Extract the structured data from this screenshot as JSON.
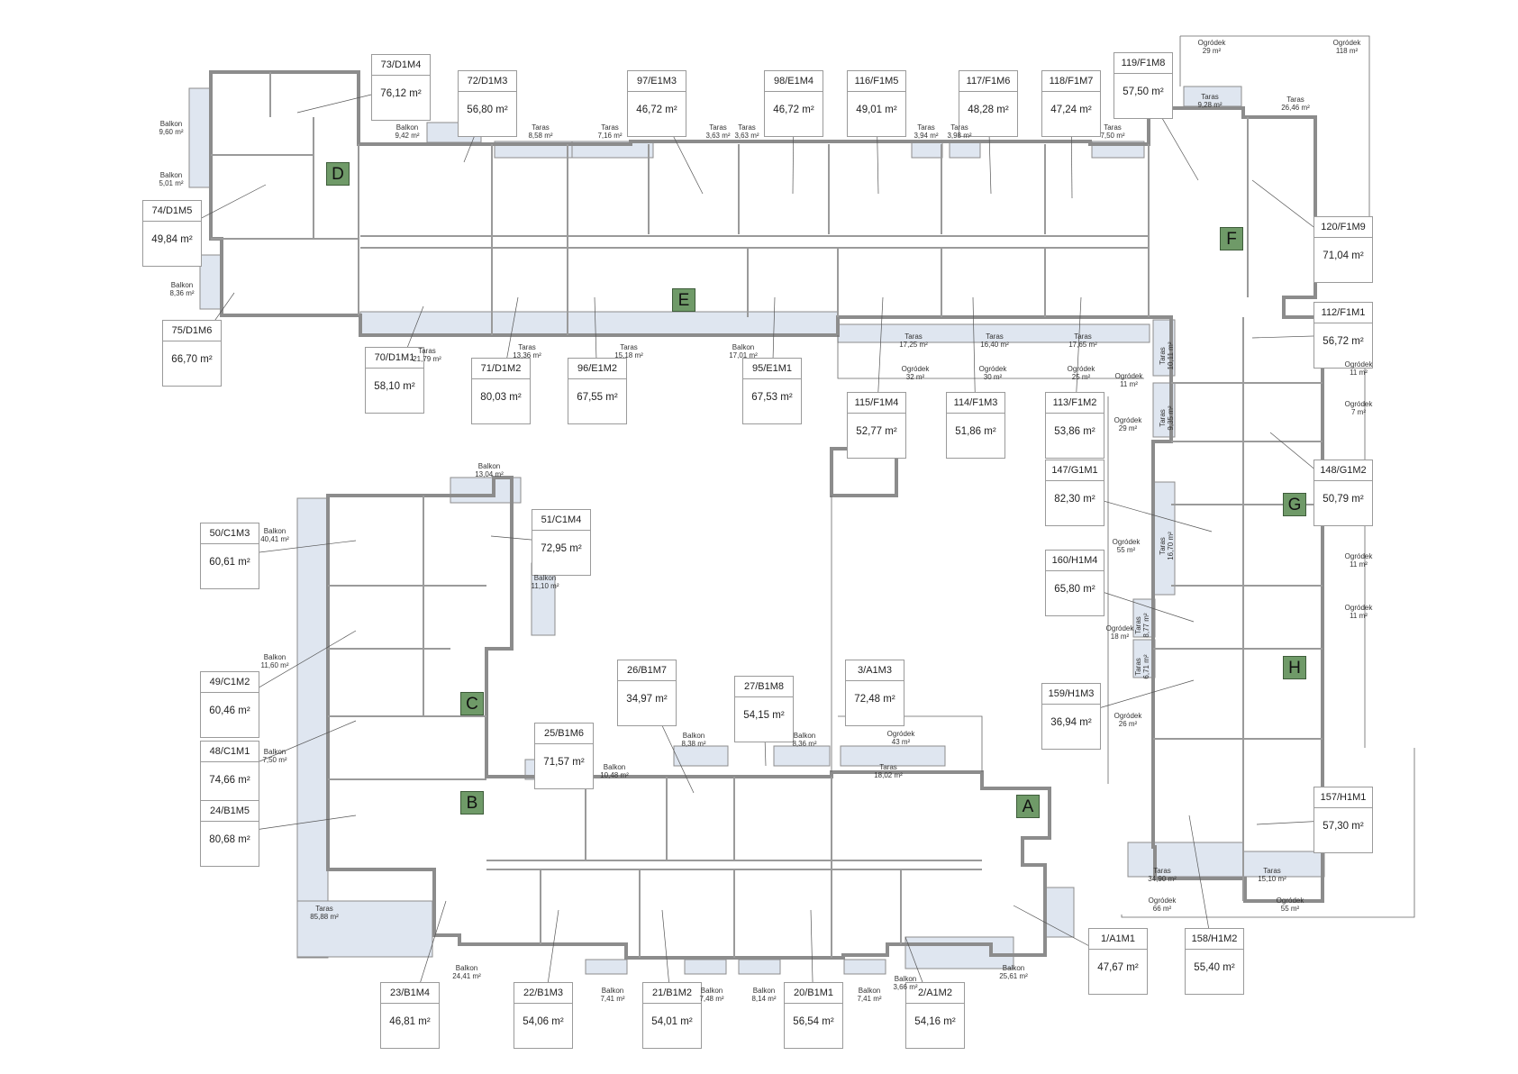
{
  "units": [
    {
      "code": "73/D1M4",
      "area": "76,12 m²"
    },
    {
      "code": "72/D1M3",
      "area": "56,80 m²"
    },
    {
      "code": "97/E1M3",
      "area": "46,72 m²"
    },
    {
      "code": "98/E1M4",
      "area": "46,72 m²"
    },
    {
      "code": "116/F1M5",
      "area": "49,01 m²"
    },
    {
      "code": "117/F1M6",
      "area": "48,28 m²"
    },
    {
      "code": "118/F1M7",
      "area": "47,24 m²"
    },
    {
      "code": "119/F1M8",
      "area": "57,50 m²"
    },
    {
      "code": "74/D1M5",
      "area": "49,84 m²"
    },
    {
      "code": "120/F1M9",
      "area": "71,04 m²"
    },
    {
      "code": "112/F1M1",
      "area": "56,72 m²"
    },
    {
      "code": "75/D1M6",
      "area": "66,70 m²"
    },
    {
      "code": "70/D1M1",
      "area": "58,10 m²"
    },
    {
      "code": "71/D1M2",
      "area": "80,03 m²"
    },
    {
      "code": "96/E1M2",
      "area": "67,55 m²"
    },
    {
      "code": "95/E1M1",
      "area": "67,53 m²"
    },
    {
      "code": "115/F1M4",
      "area": "52,77 m²"
    },
    {
      "code": "114/F1M3",
      "area": "51,86 m²"
    },
    {
      "code": "113/F1M2",
      "area": "53,86 m²"
    },
    {
      "code": "147/G1M1",
      "area": "82,30 m²"
    },
    {
      "code": "148/G1M2",
      "area": "50,79 m²"
    },
    {
      "code": "50/C1M3",
      "area": "60,61 m²"
    },
    {
      "code": "51/C1M4",
      "area": "72,95 m²"
    },
    {
      "code": "160/H1M4",
      "area": "65,80 m²"
    },
    {
      "code": "49/C1M2",
      "area": "60,46 m²"
    },
    {
      "code": "26/B1M7",
      "area": "34,97 m²"
    },
    {
      "code": "27/B1M8",
      "area": "54,15 m²"
    },
    {
      "code": "3/A1M3",
      "area": "72,48 m²"
    },
    {
      "code": "159/H1M3",
      "area": "36,94 m²"
    },
    {
      "code": "25/B1M6",
      "area": "71,57 m²"
    },
    {
      "code": "48/C1M1",
      "area": "74,66 m²"
    },
    {
      "code": "24/B1M5",
      "area": "80,68 m²"
    },
    {
      "code": "157/H1M1",
      "area": "57,30 m²"
    },
    {
      "code": "1/A1M1",
      "area": "47,67 m²"
    },
    {
      "code": "158/H1M2",
      "area": "55,40 m²"
    },
    {
      "code": "23/B1M4",
      "area": "46,81 m²"
    },
    {
      "code": "22/B1M3",
      "area": "54,06 m²"
    },
    {
      "code": "21/B1M2",
      "area": "54,01 m²"
    },
    {
      "code": "20/B1M1",
      "area": "56,54 m²"
    },
    {
      "code": "2/A1M2",
      "area": "54,16 m²"
    }
  ],
  "stairs": [
    "D",
    "E",
    "F",
    "G",
    "H",
    "C",
    "B",
    "A"
  ],
  "outdoor_labels": [
    {
      "type": "Ogródek",
      "area": "29 m²"
    },
    {
      "type": "Ogródek",
      "area": "118 m²"
    },
    {
      "type": "Taras",
      "area": "9,28 m²"
    },
    {
      "type": "Taras",
      "area": "26,46 m²"
    },
    {
      "type": "Balkon",
      "area": "9,60 m²"
    },
    {
      "type": "Balkon",
      "area": "9,42 m²"
    },
    {
      "type": "Taras",
      "area": "8,58 m²"
    },
    {
      "type": "Taras",
      "area": "7,16 m²"
    },
    {
      "type": "Taras",
      "area": "3,63 m²"
    },
    {
      "type": "Taras",
      "area": "3,63 m²"
    },
    {
      "type": "Taras",
      "area": "3,94 m²"
    },
    {
      "type": "Taras",
      "area": "3,98 m²"
    },
    {
      "type": "Taras",
      "area": "7,50 m²"
    },
    {
      "type": "Balkon",
      "area": "5,01 m²"
    },
    {
      "type": "Balkon",
      "area": "8,36 m²"
    },
    {
      "type": "Taras",
      "area": "21,79 m²"
    },
    {
      "type": "Taras",
      "area": "13,36 m²"
    },
    {
      "type": "Taras",
      "area": "15,18 m²"
    },
    {
      "type": "Balkon",
      "area": "17,01 m²"
    },
    {
      "type": "Taras",
      "area": "17,25 m²"
    },
    {
      "type": "Taras",
      "area": "16,40 m²"
    },
    {
      "type": "Taras",
      "area": "17,65 m²"
    },
    {
      "type": "Ogródek",
      "area": "32 m²"
    },
    {
      "type": "Ogródek",
      "area": "30 m²"
    },
    {
      "type": "Ogródek",
      "area": "25 m²"
    },
    {
      "type": "Ogródek",
      "area": "11 m²"
    },
    {
      "type": "Ogródek",
      "area": "11 m²"
    },
    {
      "type": "Ogródek",
      "area": "7 m²"
    },
    {
      "type": "Ogródek",
      "area": "29 m²"
    },
    {
      "type": "Balkon",
      "area": "13,04 m²"
    },
    {
      "type": "Balkon",
      "area": "40,41 m²"
    },
    {
      "type": "Balkon",
      "area": "11,10 m²"
    },
    {
      "type": "Ogródek",
      "area": "55 m²"
    },
    {
      "type": "Ogródek",
      "area": "11 m²"
    },
    {
      "type": "Ogródek",
      "area": "11 m²"
    },
    {
      "type": "Ogródek",
      "area": "18 m²"
    },
    {
      "type": "Balkon",
      "area": "11,60 m²"
    },
    {
      "type": "Ogródek",
      "area": "26 m²"
    },
    {
      "type": "Ogródek",
      "area": "43 m²"
    },
    {
      "type": "Balkon",
      "area": "8,38 m²"
    },
    {
      "type": "Balkon",
      "area": "8,36 m²"
    },
    {
      "type": "Balkon",
      "area": "10,48 m²"
    },
    {
      "type": "Taras",
      "area": "18,02 m²"
    },
    {
      "type": "Balkon",
      "area": "7,50 m²"
    },
    {
      "type": "Taras",
      "area": "85,88 m²"
    },
    {
      "type": "Taras",
      "area": "34,90 m²"
    },
    {
      "type": "Taras",
      "area": "15,10 m²"
    },
    {
      "type": "Ogródek",
      "area": "66 m²"
    },
    {
      "type": "Ogródek",
      "area": "55 m²"
    },
    {
      "type": "Balkon",
      "area": "24,41 m²"
    },
    {
      "type": "Balkon",
      "area": "3,66 m²"
    },
    {
      "type": "Balkon",
      "area": "25,61 m²"
    },
    {
      "type": "Balkon",
      "area": "7,41 m²"
    },
    {
      "type": "Balkon",
      "area": "7,48 m²"
    },
    {
      "type": "Balkon",
      "area": "8,14 m²"
    },
    {
      "type": "Balkon",
      "area": "7,41 m²"
    }
  ],
  "vertical_labels": [
    {
      "type": "Taras",
      "area": "10,11 m²"
    },
    {
      "type": "Taras",
      "area": "9,35 m²"
    },
    {
      "type": "Taras",
      "area": "16,70 m²"
    },
    {
      "type": "Taras",
      "area": "8,77 m²"
    },
    {
      "type": "Taras",
      "area": "6,71 m²"
    }
  ],
  "colors": {
    "wall": "#8c8c8c",
    "terrace_fill": "#dfe6f0",
    "stair_fill": "#6f9a68",
    "line": "#444444"
  }
}
